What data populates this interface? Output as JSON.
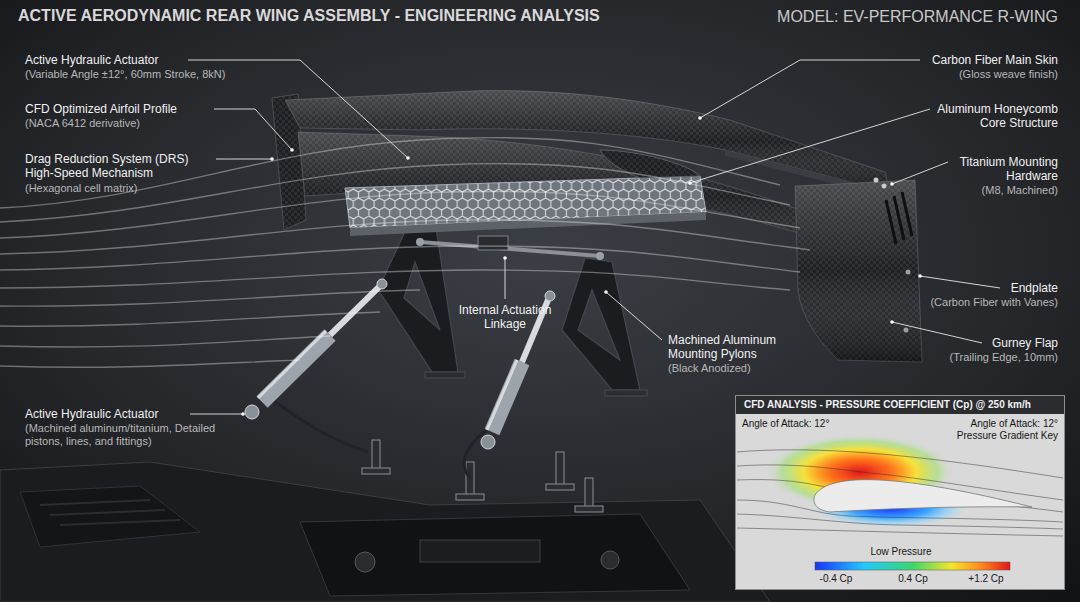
{
  "diagram": {
    "title": "ACTIVE AERODYNAMIC REAR WING ASSEMBLY - ENGINEERING ANALYSIS",
    "nodes": [
      {
        "text": [
          "CFD ANALYSIS - PRESSURE COEFFICIENT (Cp) @ 250 km/h",
          "Angle of Attack: 12°",
          "Angle of Attack: 12°",
          "Pressure Gradient Key",
          "Low Pressure",
          "-0.4 Cp",
          "0.4 Cp",
          "+1.2 Cp"
        ]
      }
    ],
    "labels": [
      "MODEL: EV-PERFORMANCE R-WING",
      "Active Hydraulic Actuator",
      "(Variable Angle ±12°, 60mm Stroke, 8kN)",
      "CFD Optimized Airfoil Profile",
      "(NACA 6412 derivative)",
      "Drag Reduction System (DRS) High-Speed Mechanism",
      "(Hexagonal cell matrix)",
      "Active Hydraulic Actuator",
      "(Machined aluminum/titanium, Detailed pistons, lines, and fittings)",
      "Internal Actuation Linkage",
      "Machined Aluminum Mounting Pylons",
      "(Black Anodized)",
      "Carbon Fiber Main Skin",
      "(Gloss weave finish)",
      "Aluminum Honeycomb Core Structure",
      "Titanium Mounting Hardware",
      "(M8, Machined)",
      "Endplate",
      "(Carbon Fiber with Vanes)",
      "Gurney Flap",
      "(Trailing Edge, 10mm)"
    ]
  }
}
